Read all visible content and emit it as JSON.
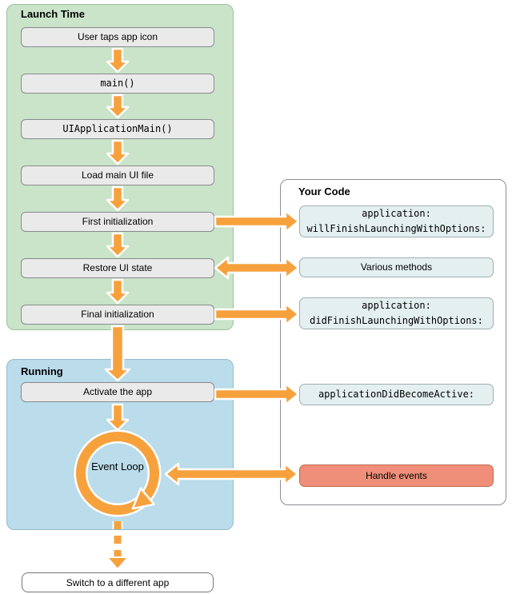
{
  "colors": {
    "arrow_orange": "#F7A13D",
    "launch_panel_green": "#C9E4C9",
    "running_panel_blue": "#BBDCEA",
    "step_box_gray": "#EAEAEA",
    "method_box_teal": "#E4EFF0",
    "handle_events_salmon": "#EF8F79"
  },
  "launch_time": {
    "title": "Launch Time",
    "steps": [
      {
        "label": "User taps app icon"
      },
      {
        "label": "main()"
      },
      {
        "label": "UIApplicationMain()"
      },
      {
        "label": "Load main UI file"
      },
      {
        "label": "First initialization"
      },
      {
        "label": "Restore UI state"
      },
      {
        "label": "Final initialization"
      }
    ]
  },
  "running": {
    "title": "Running",
    "activate_step": "Activate the app",
    "event_loop_label": "Event Loop"
  },
  "your_code": {
    "title": "Your Code",
    "methods": [
      {
        "label": "application:\nwillFinishLaunchingWithOptions:"
      },
      {
        "label": "Various methods"
      },
      {
        "label": "application:\ndidFinishLaunchingWithOptions:"
      },
      {
        "label": "applicationDidBecomeActive:"
      },
      {
        "label": "Handle events"
      }
    ]
  },
  "footer": {
    "switch_app_label": "Switch to a different app"
  }
}
